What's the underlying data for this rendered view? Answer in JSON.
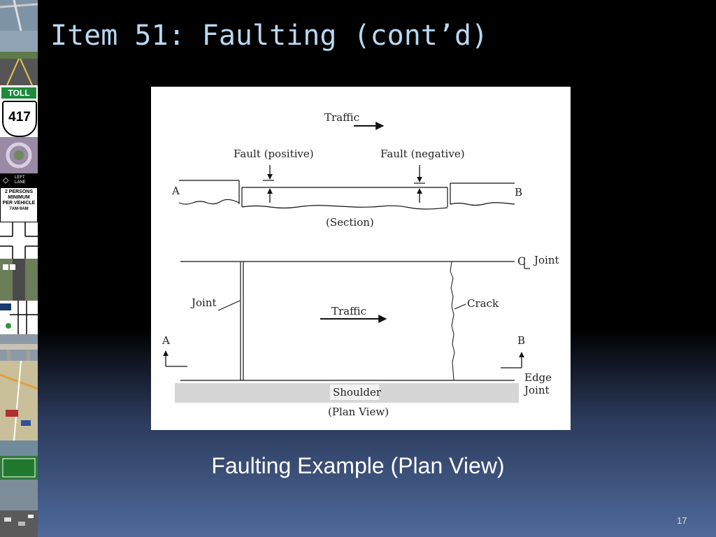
{
  "slide": {
    "title": "Item 51: Faulting (cont’d)",
    "caption": "Faulting Example (Plan View)",
    "number": "17"
  },
  "sidebar": {
    "toll_sign_label": "TOLL",
    "toll_sign_number": "417",
    "lane_sign_top": "LEFT LANE",
    "lane_sign_line1": "2 PERSONS",
    "lane_sign_line2": "MINIMUM",
    "lane_sign_line3": "PER VEHICLE",
    "lane_sign_line4": "7AM-9AM"
  },
  "diagram": {
    "traffic_top": "Traffic",
    "fault_positive": "Fault (positive)",
    "fault_negative": "Fault (negative)",
    "label_a_section": "A",
    "label_b_section": "B",
    "section_caption": "(Section)",
    "cl_joint": "Joint",
    "cl_symbol": "C",
    "joint_label": "Joint",
    "traffic_plan": "Traffic",
    "crack_label": "Crack",
    "label_a_plan": "A",
    "label_b_plan": "B",
    "edge_joint_line1": "Edge",
    "edge_joint_line2": "Joint",
    "shoulder": "Shoulder",
    "plan_caption": "(Plan View)"
  }
}
